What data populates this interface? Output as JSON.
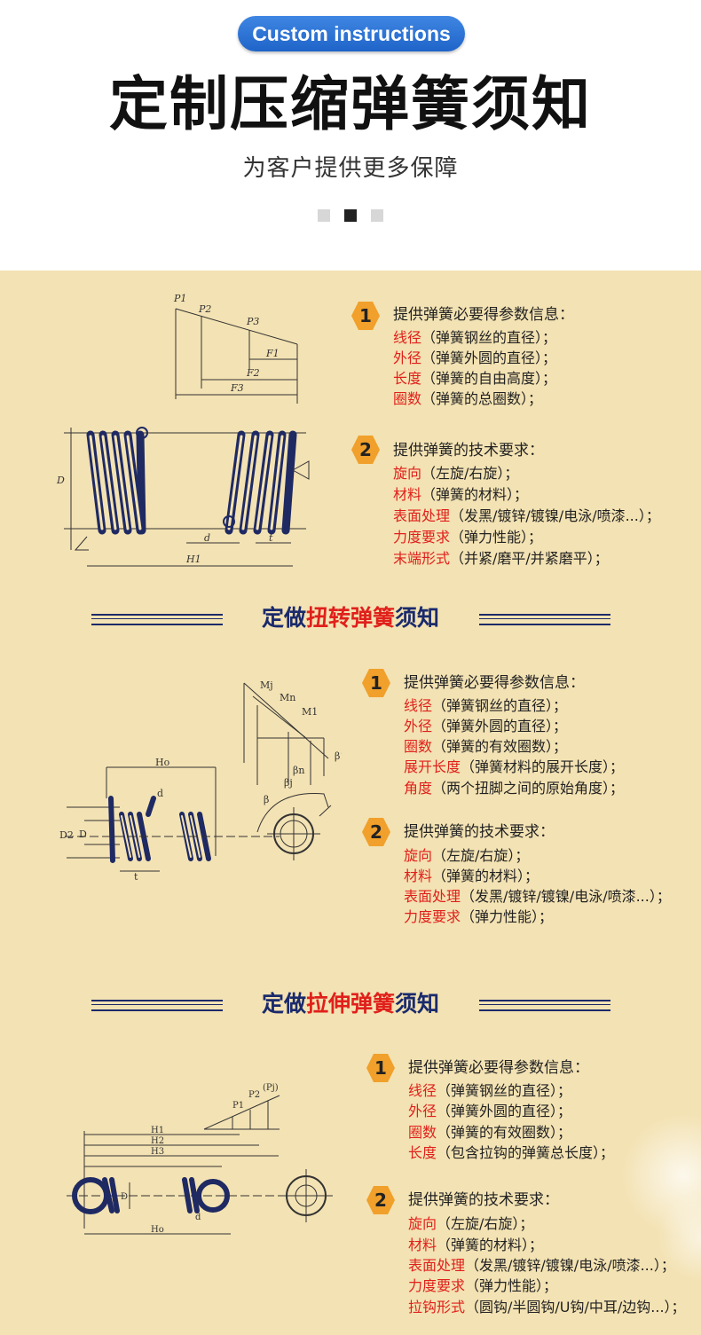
{
  "header": {
    "badge": "Custom instructions",
    "title": "定制压缩弹簧须知",
    "subtitle": "为客户提供更多保障"
  },
  "compression": {
    "block1": {
      "num": "1",
      "heading": "提供弹簧必要得参数信息：",
      "items": [
        {
          "k": "线径",
          "v": "（弹簧钢丝的直径）；"
        },
        {
          "k": "外径",
          "v": "（弹簧外圆的直径）；"
        },
        {
          "k": "长度",
          "v": "（弹簧的自由高度）；"
        },
        {
          "k": "圈数",
          "v": "（弹簧的总圈数）；"
        }
      ]
    },
    "block2": {
      "num": "2",
      "heading": "提供弹簧的技术要求：",
      "items": [
        {
          "k": "旋向",
          "v": "（左旋/右旋）；"
        },
        {
          "k": "材料",
          "v": "（弹簧的材料）；"
        },
        {
          "k": "表面处理",
          "v": "（发黑/镀锌/镀镍/电泳/喷漆...）；"
        },
        {
          "k": "力度要求",
          "v": "（弹力性能）；"
        },
        {
          "k": "末端形式",
          "v": "（并紧/磨平/并紧磨平）；"
        }
      ]
    },
    "diagram_labels": [
      "P1",
      "P2",
      "P3",
      "F1",
      "F2",
      "F3",
      "D",
      "d",
      "t",
      "H1"
    ]
  },
  "torsion": {
    "heading_pre": "定做",
    "heading_hl": "扭转弹簧",
    "heading_post": "须知",
    "block1": {
      "num": "1",
      "heading": "提供弹簧必要得参数信息：",
      "items": [
        {
          "k": "线径",
          "v": "（弹簧钢丝的直径）；"
        },
        {
          "k": "外径",
          "v": "（弹簧外圆的直径）；"
        },
        {
          "k": "圈数",
          "v": "（弹簧的有效圈数）；"
        },
        {
          "k": "展开长度",
          "v": "（弹簧材料的展开长度）；"
        },
        {
          "k": "角度",
          "v": "（两个扭脚之间的原始角度）；"
        }
      ]
    },
    "block2": {
      "num": "2",
      "heading": "提供弹簧的技术要求：",
      "items": [
        {
          "k": "旋向",
          "v": "（左旋/右旋）；"
        },
        {
          "k": "材料",
          "v": "（弹簧的材料）；"
        },
        {
          "k": "表面处理",
          "v": "（发黑/镀锌/镀镍/电泳/喷漆...）；"
        },
        {
          "k": "力度要求",
          "v": "（弹力性能）；"
        }
      ]
    },
    "diagram_labels": [
      "Mj",
      "Mn",
      "M1",
      "β1",
      "βn",
      "βj",
      "Ho",
      "d",
      "D2",
      "D",
      "t",
      "β"
    ]
  },
  "extension": {
    "heading_pre": "定做",
    "heading_hl": "拉伸弹簧",
    "heading_post": "须知",
    "block1": {
      "num": "1",
      "heading": "提供弹簧必要得参数信息：",
      "items": [
        {
          "k": "线径",
          "v": "（弹簧钢丝的直径）；"
        },
        {
          "k": "外径",
          "v": "（弹簧外圆的直径）；"
        },
        {
          "k": "圈数",
          "v": "（弹簧的有效圈数）；"
        },
        {
          "k": "长度",
          "v": "（包含拉钩的弹簧总长度）；"
        }
      ]
    },
    "block2": {
      "num": "2",
      "heading": "提供弹簧的技术要求：",
      "items": [
        {
          "k": "旋向",
          "v": "（左旋/右旋）；"
        },
        {
          "k": "材料",
          "v": "（弹簧的材料）；"
        },
        {
          "k": "表面处理",
          "v": "（发黑/镀锌/镀镍/电泳/喷漆...）；"
        },
        {
          "k": "力度要求",
          "v": "（弹力性能）；"
        },
        {
          "k": "拉钩形式",
          "v": "（圆钩/半圆钩/U钩/中耳/边钩...）；"
        }
      ]
    },
    "diagram_labels": [
      "P1",
      "P2",
      "(Pj)",
      "H1",
      "H2",
      "H3",
      "D",
      "d",
      "Ho"
    ]
  },
  "colors": {
    "badge": "#2a72d6",
    "panel": "#f3e2b3",
    "accent_red": "#e0201b",
    "heading_navy": "#1a2a6c",
    "number_badge": "#f0a02b",
    "spring_fill": "#23337a"
  }
}
